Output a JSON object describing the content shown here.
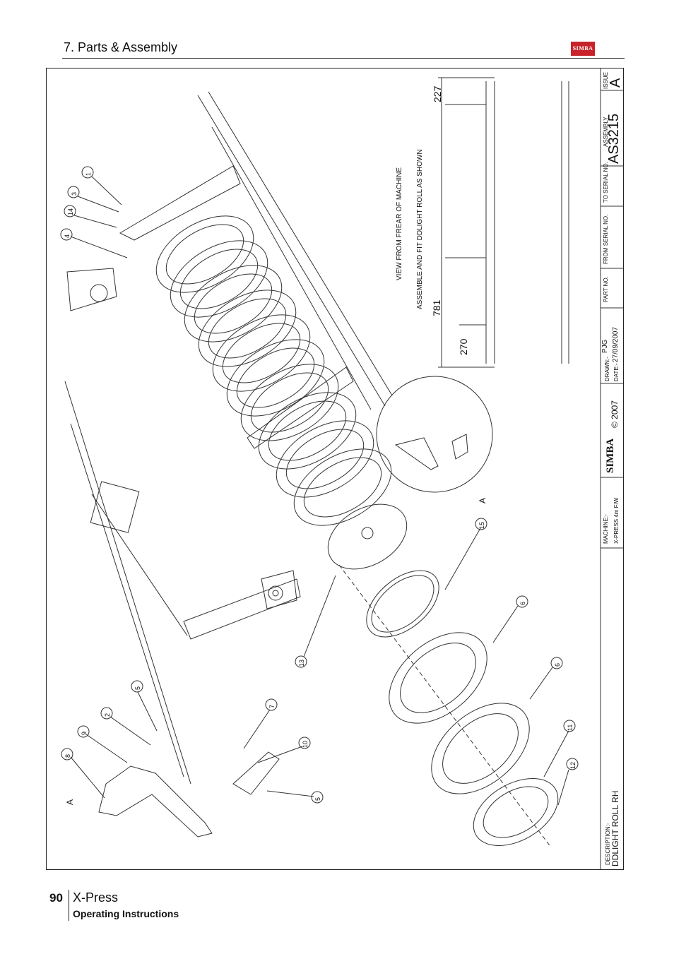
{
  "header": {
    "section": "7. Parts & Assembly",
    "logo": "SIMBA"
  },
  "footer": {
    "page_number": "90",
    "product": "X-Press",
    "subtitle": "Operating Instructions"
  },
  "title_block": {
    "description_label": "DESCRIPTION:-",
    "description": "DDLIGHT ROLL RH",
    "machine_label": "MACHINE:-",
    "machine": "X-PRESS 4m F/W",
    "brand": "SIMBA",
    "copyright": "© 2007",
    "drawn_label": "DRAWN:-",
    "drawn_by": "PJG",
    "date_label": "DATE:-",
    "date": "27/09/2007",
    "part_no_label": "PART NO.",
    "from_serial_label": "FROM SERIAL NO.",
    "to_serial_label": "TO SERIAL NO.",
    "assembly_label": "ASSEMBLY",
    "assembly": "AS3215",
    "issue_label": "ISSUE",
    "issue": "A"
  },
  "notes": {
    "view": "VIEW FROM FREAR OF MACHINE",
    "assemble": "ASSEMBLE AND FIT DDLIGHT ROLL AS SHOWN"
  },
  "dimensions": {
    "d1": "227",
    "d2": "781",
    "d3": "270"
  },
  "detail_labels": {
    "a1": "A",
    "a2": "A"
  },
  "callouts": [
    "1",
    "3",
    "14",
    "4",
    "15",
    "6",
    "6",
    "13",
    "11",
    "12",
    "5",
    "2",
    "9",
    "8",
    "7",
    "10",
    "5"
  ]
}
